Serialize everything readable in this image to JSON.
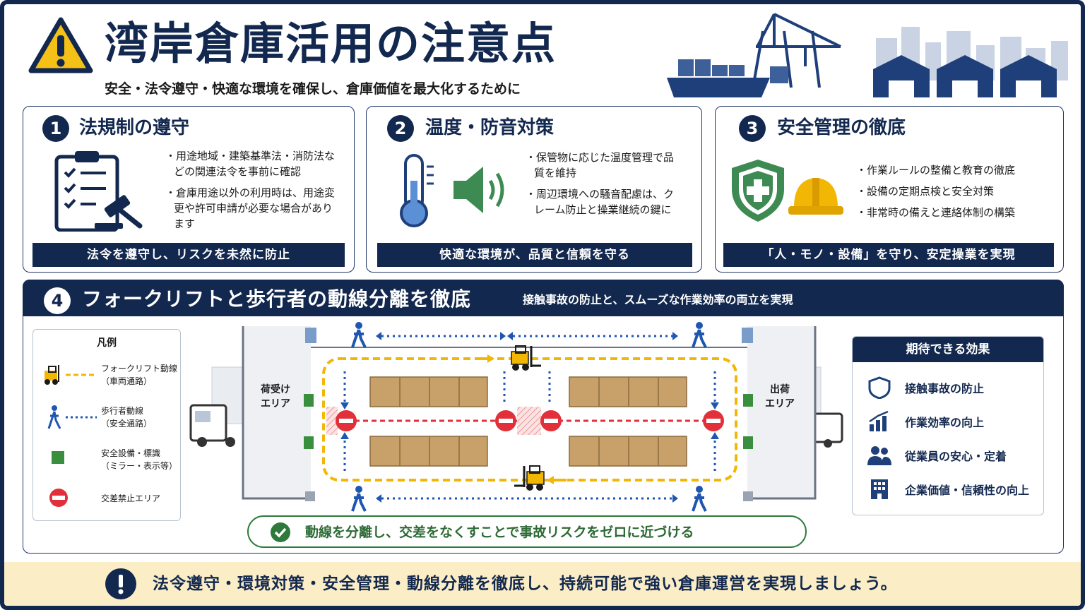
{
  "header": {
    "title": "湾岸倉庫活用の注意点",
    "subtitle": "安全・法令遵守・快適な環境を確保し、倉庫価値を最大化するために"
  },
  "cards": [
    {
      "number": "1",
      "title": "法規制の遵守",
      "bullets": [
        "・用途地域・建築基準法・消防法などの関連法令を事前に確認",
        "・倉庫用途以外の利用時は、用途変更や許可申請が必要な場合があります"
      ],
      "banner": "法令を遵守し、リスクを未然に防止",
      "icons": [
        "clipboard-checklist-icon",
        "gavel-icon"
      ]
    },
    {
      "number": "2",
      "title": "温度・防音対策",
      "bullets": [
        "・保管物に応じた温度管理で品質を維持",
        "・周辺環境への騒音配慮は、クレーム防止と操業継続の鍵に"
      ],
      "banner": "快適な環境が、品質と信頼を守る",
      "icons": [
        "thermometer-icon",
        "speaker-icon"
      ]
    },
    {
      "number": "3",
      "title": "安全管理の徹底",
      "bullets": [
        "・作業ルールの整備と教育の徹底",
        "・設備の定期点検と安全対策",
        "・非常時の備えと連絡体制の構築"
      ],
      "banner": "「人・モノ・設備」を守り、安定操業を実現",
      "icons": [
        "shield-cross-icon",
        "hard-hat-icon"
      ]
    }
  ],
  "section4": {
    "number": "4",
    "title": "フォークリフトと歩行者の動線分離を徹底",
    "subtitle": "接触事故の防止と、スムーズな作業効率の両立を実現",
    "legend": {
      "title": "凡例",
      "items": [
        {
          "line1": "フォークリフト動線",
          "line2": "（車両通路）",
          "icon": "forklift-icon"
        },
        {
          "line1": "歩行者動線",
          "line2": "（安全通路）",
          "icon": "pedestrian-icon"
        },
        {
          "line1": "安全設備・標識",
          "line2": "（ミラー・表示等）",
          "icon": "safety-equipment-icon"
        },
        {
          "line1": "交差禁止エリア",
          "line2": "",
          "icon": "no-entry-icon"
        }
      ]
    },
    "areas": {
      "receiving_line1": "荷受け",
      "receiving_line2": "エリア",
      "shipping_line1": "出荷",
      "shipping_line2": "エリア"
    },
    "effects": {
      "title": "期待できる効果",
      "items": [
        {
          "label": "接触事故の防止",
          "icon": "shield-icon"
        },
        {
          "label": "作業効率の向上",
          "icon": "growth-chart-icon"
        },
        {
          "label": "従業員の安心・定着",
          "icon": "people-icon"
        },
        {
          "label": "企業価値・信頼性の向上",
          "icon": "building-icon"
        }
      ]
    },
    "goal": "動線を分離し、交差をなくすことで事故リスクをゼロに近づける"
  },
  "footer": "法令遵守・環境対策・安全管理・動線分離を徹底し、持続可能で強い倉庫運営を実現しましょう。",
  "colors": {
    "navy": "#13284f",
    "yellow": "#f2b705",
    "blue": "#1e56b0",
    "red": "#e2303a",
    "green": "#3a8f3f",
    "footer_bg": "#fbeec7"
  }
}
